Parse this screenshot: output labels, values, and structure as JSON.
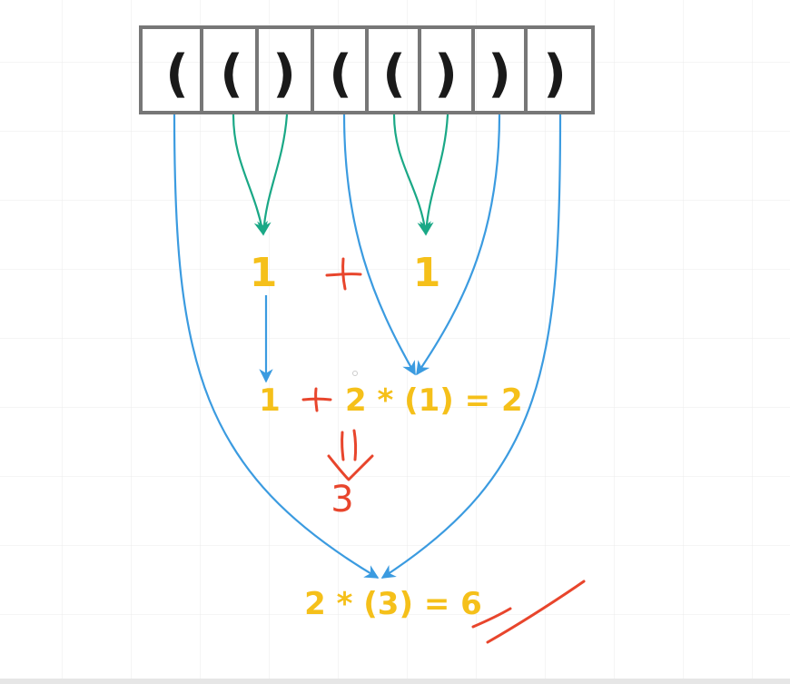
{
  "colors": {
    "background": "#ffffff",
    "grid": "#ebebeb",
    "box_border": "#777777",
    "paren": "#1a1a1a",
    "value_text": "#f5c01a",
    "handwriting": "#e8452c",
    "arrow_blue": "#3b9be0",
    "arrow_green": "#1aa886"
  },
  "parentheses": [
    "(",
    "(",
    ")",
    "(",
    "(",
    ")",
    ")",
    ")"
  ],
  "level1": {
    "left_value": "1",
    "plus_sign": "+",
    "right_value": "1"
  },
  "level2": {
    "left_value": "1",
    "plus_sign": "+",
    "expression": "2 * (1) = 2"
  },
  "sum_result": "3",
  "final_expression": "2 * (3) = 6"
}
